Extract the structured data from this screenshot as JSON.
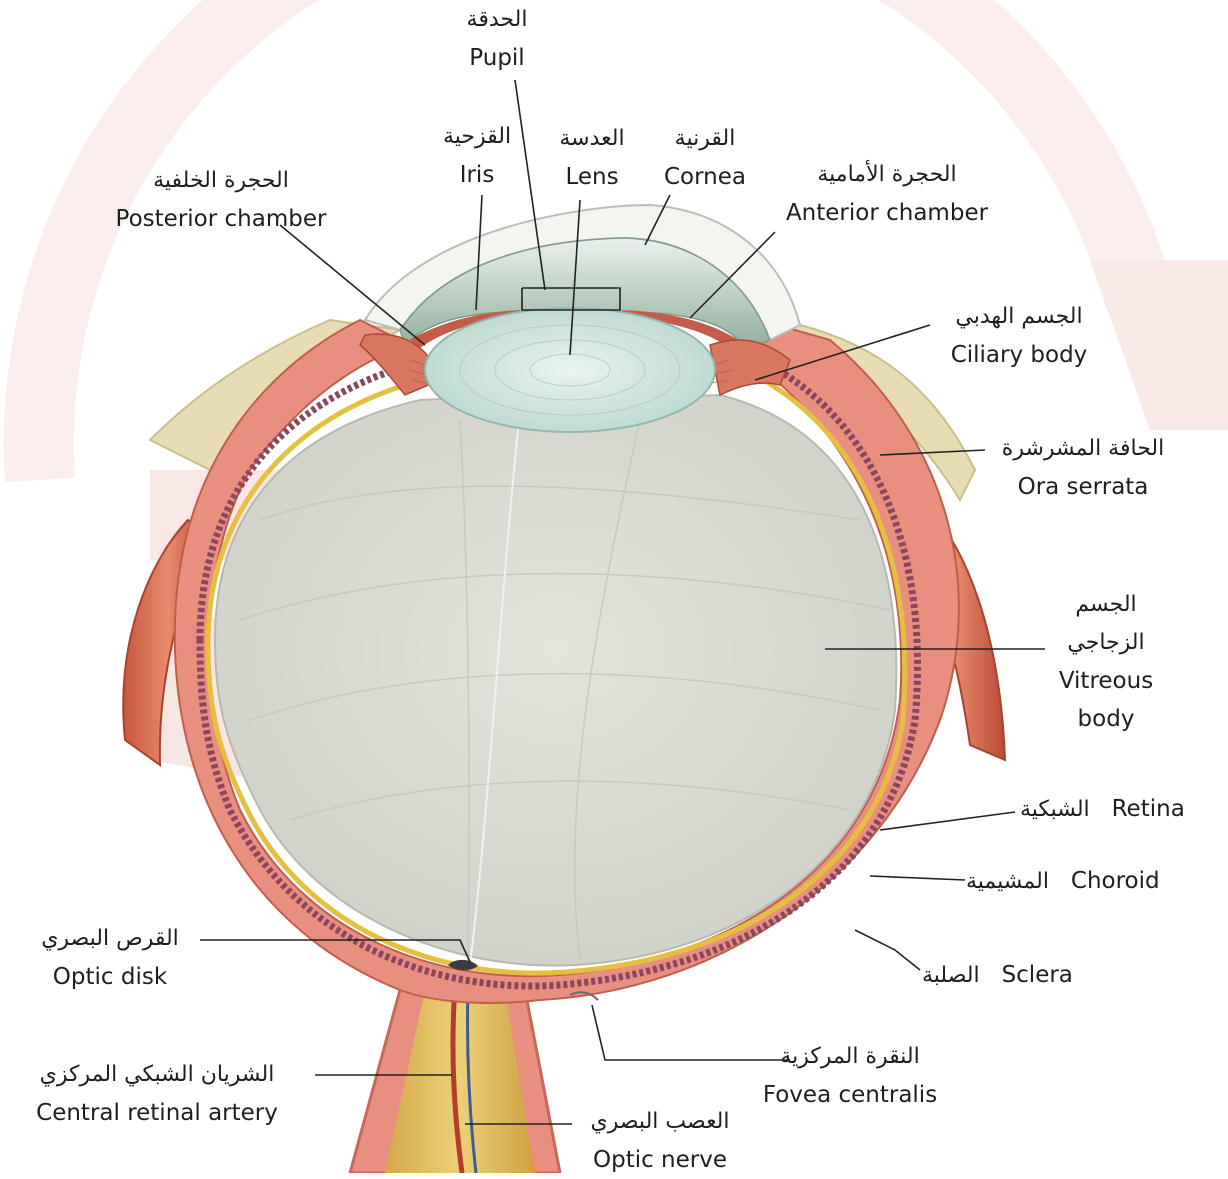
{
  "labels": {
    "pupil": {
      "ar": "الحدقة",
      "en": "Pupil"
    },
    "iris": {
      "ar": "القزحية",
      "en": "Iris"
    },
    "lens": {
      "ar": "العدسة",
      "en": "Lens"
    },
    "cornea": {
      "ar": "القرنية",
      "en": "Cornea"
    },
    "posterior_chamber": {
      "ar": "الحجرة الخلفية",
      "en": "Posterior chamber"
    },
    "anterior_chamber": {
      "ar": "الحجرة الأمامية",
      "en": "Anterior chamber"
    },
    "ciliary_body": {
      "ar": "الجسم الهدبي",
      "en": "Ciliary body"
    },
    "ora_serrata": {
      "ar": "الحافة المشرشرة",
      "en": "Ora serrata"
    },
    "vitreous_body": {
      "ar1": "الجسم",
      "ar2": "الزجاجي",
      "en1": "Vitreous",
      "en2": "body"
    },
    "retina": {
      "ar": "الشبكية",
      "en": "Retina"
    },
    "choroid": {
      "ar": "المشيمية",
      "en": "Choroid"
    },
    "sclera": {
      "ar": "الصلبة",
      "en": "Sclera"
    },
    "optic_disk": {
      "ar": "القرص البصري",
      "en": "Optic disk"
    },
    "central_retinal_artery": {
      "ar": "الشريان الشبكي المركزي",
      "en": "Central retinal artery"
    },
    "fovea_centralis": {
      "ar": "النقرة المركزية",
      "en": "Fovea centralis"
    },
    "optic_nerve": {
      "ar": "العصب البصري",
      "en": "Optic nerve"
    }
  },
  "colors": {
    "sclera": "#e98f80",
    "vitreous": "#dcdcd3",
    "lens": "#cfe5df",
    "retina": "#e5c040",
    "watermark": "#f3d4d2"
  }
}
